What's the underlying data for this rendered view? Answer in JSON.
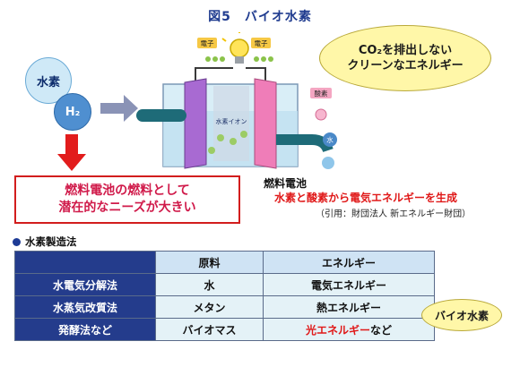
{
  "figure": {
    "title": "図5　バイオ水素"
  },
  "hydrogen": {
    "name": "水素",
    "formula": "H₂"
  },
  "fuel_cell": {
    "electron_left": "電子",
    "electron_right": "電子",
    "ion_label": "水素イオン",
    "oxygen_label": "酸素",
    "water_label": "水",
    "title": "燃料電池",
    "description": "水素と酸素から電気エネルギーを生成",
    "citation": "（引用：財団法人 新エネルギー財団）"
  },
  "callout": {
    "line1": "CO₂を排出しない",
    "line2": "クリーンなエネルギー"
  },
  "need": {
    "line1": "燃料電池の燃料として",
    "line2": "潜在的なニーズが大きい"
  },
  "section": {
    "title": "水素製造法"
  },
  "methods_table": {
    "headers": [
      "原料",
      "エネルギー"
    ],
    "rows": [
      {
        "method": "水電気分解法",
        "material": "水",
        "energy": "電気エネルギー",
        "energy_suffix": ""
      },
      {
        "method": "水蒸気改質法",
        "material": "メタン",
        "energy": "熱エネルギー",
        "energy_suffix": ""
      },
      {
        "method": "発酵法など",
        "material": "バイオマス",
        "energy": "光エネルギー",
        "energy_suffix": "など"
      }
    ]
  },
  "bio_callout": "バイオ水素",
  "colors": {
    "title": "#1f3b8f",
    "red_accent": "#e01818",
    "table_header_dark": "#243c8c",
    "table_header_light": "#cfe3f4",
    "table_cell": "#e4f2f7",
    "callout_fill": "#fff7a8"
  }
}
